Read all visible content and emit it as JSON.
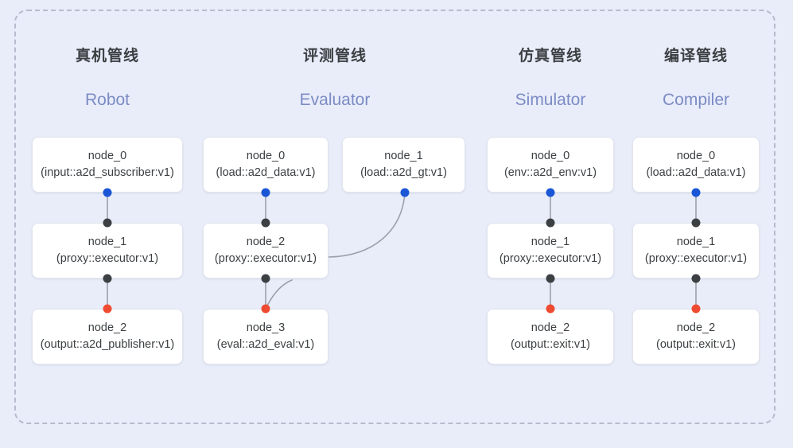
{
  "diagram": {
    "background_color": "#e9edfa",
    "frame_border_color": "#b6bccd",
    "port_colors": {
      "input": "#1a56d6",
      "middle": "#3c4043",
      "output": "#ef4b32"
    },
    "columns": [
      {
        "id": "robot",
        "title": "真机管线",
        "subtitle": "Robot",
        "nodes": [
          {
            "name": "node_0",
            "spec": "(input::a2d_subscriber:v1)"
          },
          {
            "name": "node_1",
            "spec": "(proxy::executor:v1)"
          },
          {
            "name": "node_2",
            "spec": "(output::a2d_publisher:v1)"
          }
        ]
      },
      {
        "id": "evaluator",
        "title": "评测管线",
        "subtitle": "Evaluator",
        "nodes": [
          {
            "name": "node_0",
            "spec": "(load::a2d_data:v1)"
          },
          {
            "name": "node_2",
            "spec": "(proxy::executor:v1)"
          },
          {
            "name": "node_3",
            "spec": "(eval::a2d_eval:v1)"
          }
        ],
        "side_node": {
          "name": "node_1",
          "spec": "(load::a2d_gt:v1)"
        }
      },
      {
        "id": "simulator",
        "title": "仿真管线",
        "subtitle": "Simulator",
        "nodes": [
          {
            "name": "node_0",
            "spec": "(env::a2d_env:v1)"
          },
          {
            "name": "node_1",
            "spec": "(proxy::executor:v1)"
          },
          {
            "name": "node_2",
            "spec": "(output::exit:v1)"
          }
        ]
      },
      {
        "id": "compiler",
        "title": "编译管线",
        "subtitle": "Compiler",
        "nodes": [
          {
            "name": "node_0",
            "spec": "(load::a2d_data:v1)"
          },
          {
            "name": "node_1",
            "spec": "(proxy::executor:v1)"
          },
          {
            "name": "node_2",
            "spec": "(output::exit:v1)"
          }
        ]
      }
    ]
  }
}
